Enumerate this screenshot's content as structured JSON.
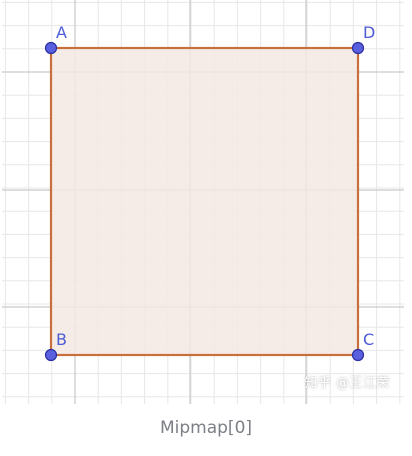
{
  "figure": {
    "vertices": [
      {
        "label": "A"
      },
      {
        "label": "D"
      },
      {
        "label": "B"
      },
      {
        "label": "C"
      }
    ],
    "colors": {
      "fill": "#f5e9e3",
      "stroke": "#c7703d",
      "point": "#5a5fe0",
      "point_stroke": "#2a2f9e",
      "grid_minor": "#e7e7e7",
      "grid_major": "#c9c9c9"
    }
  },
  "watermark": "知乎 @王江荣",
  "caption": "Mipmap[0]"
}
